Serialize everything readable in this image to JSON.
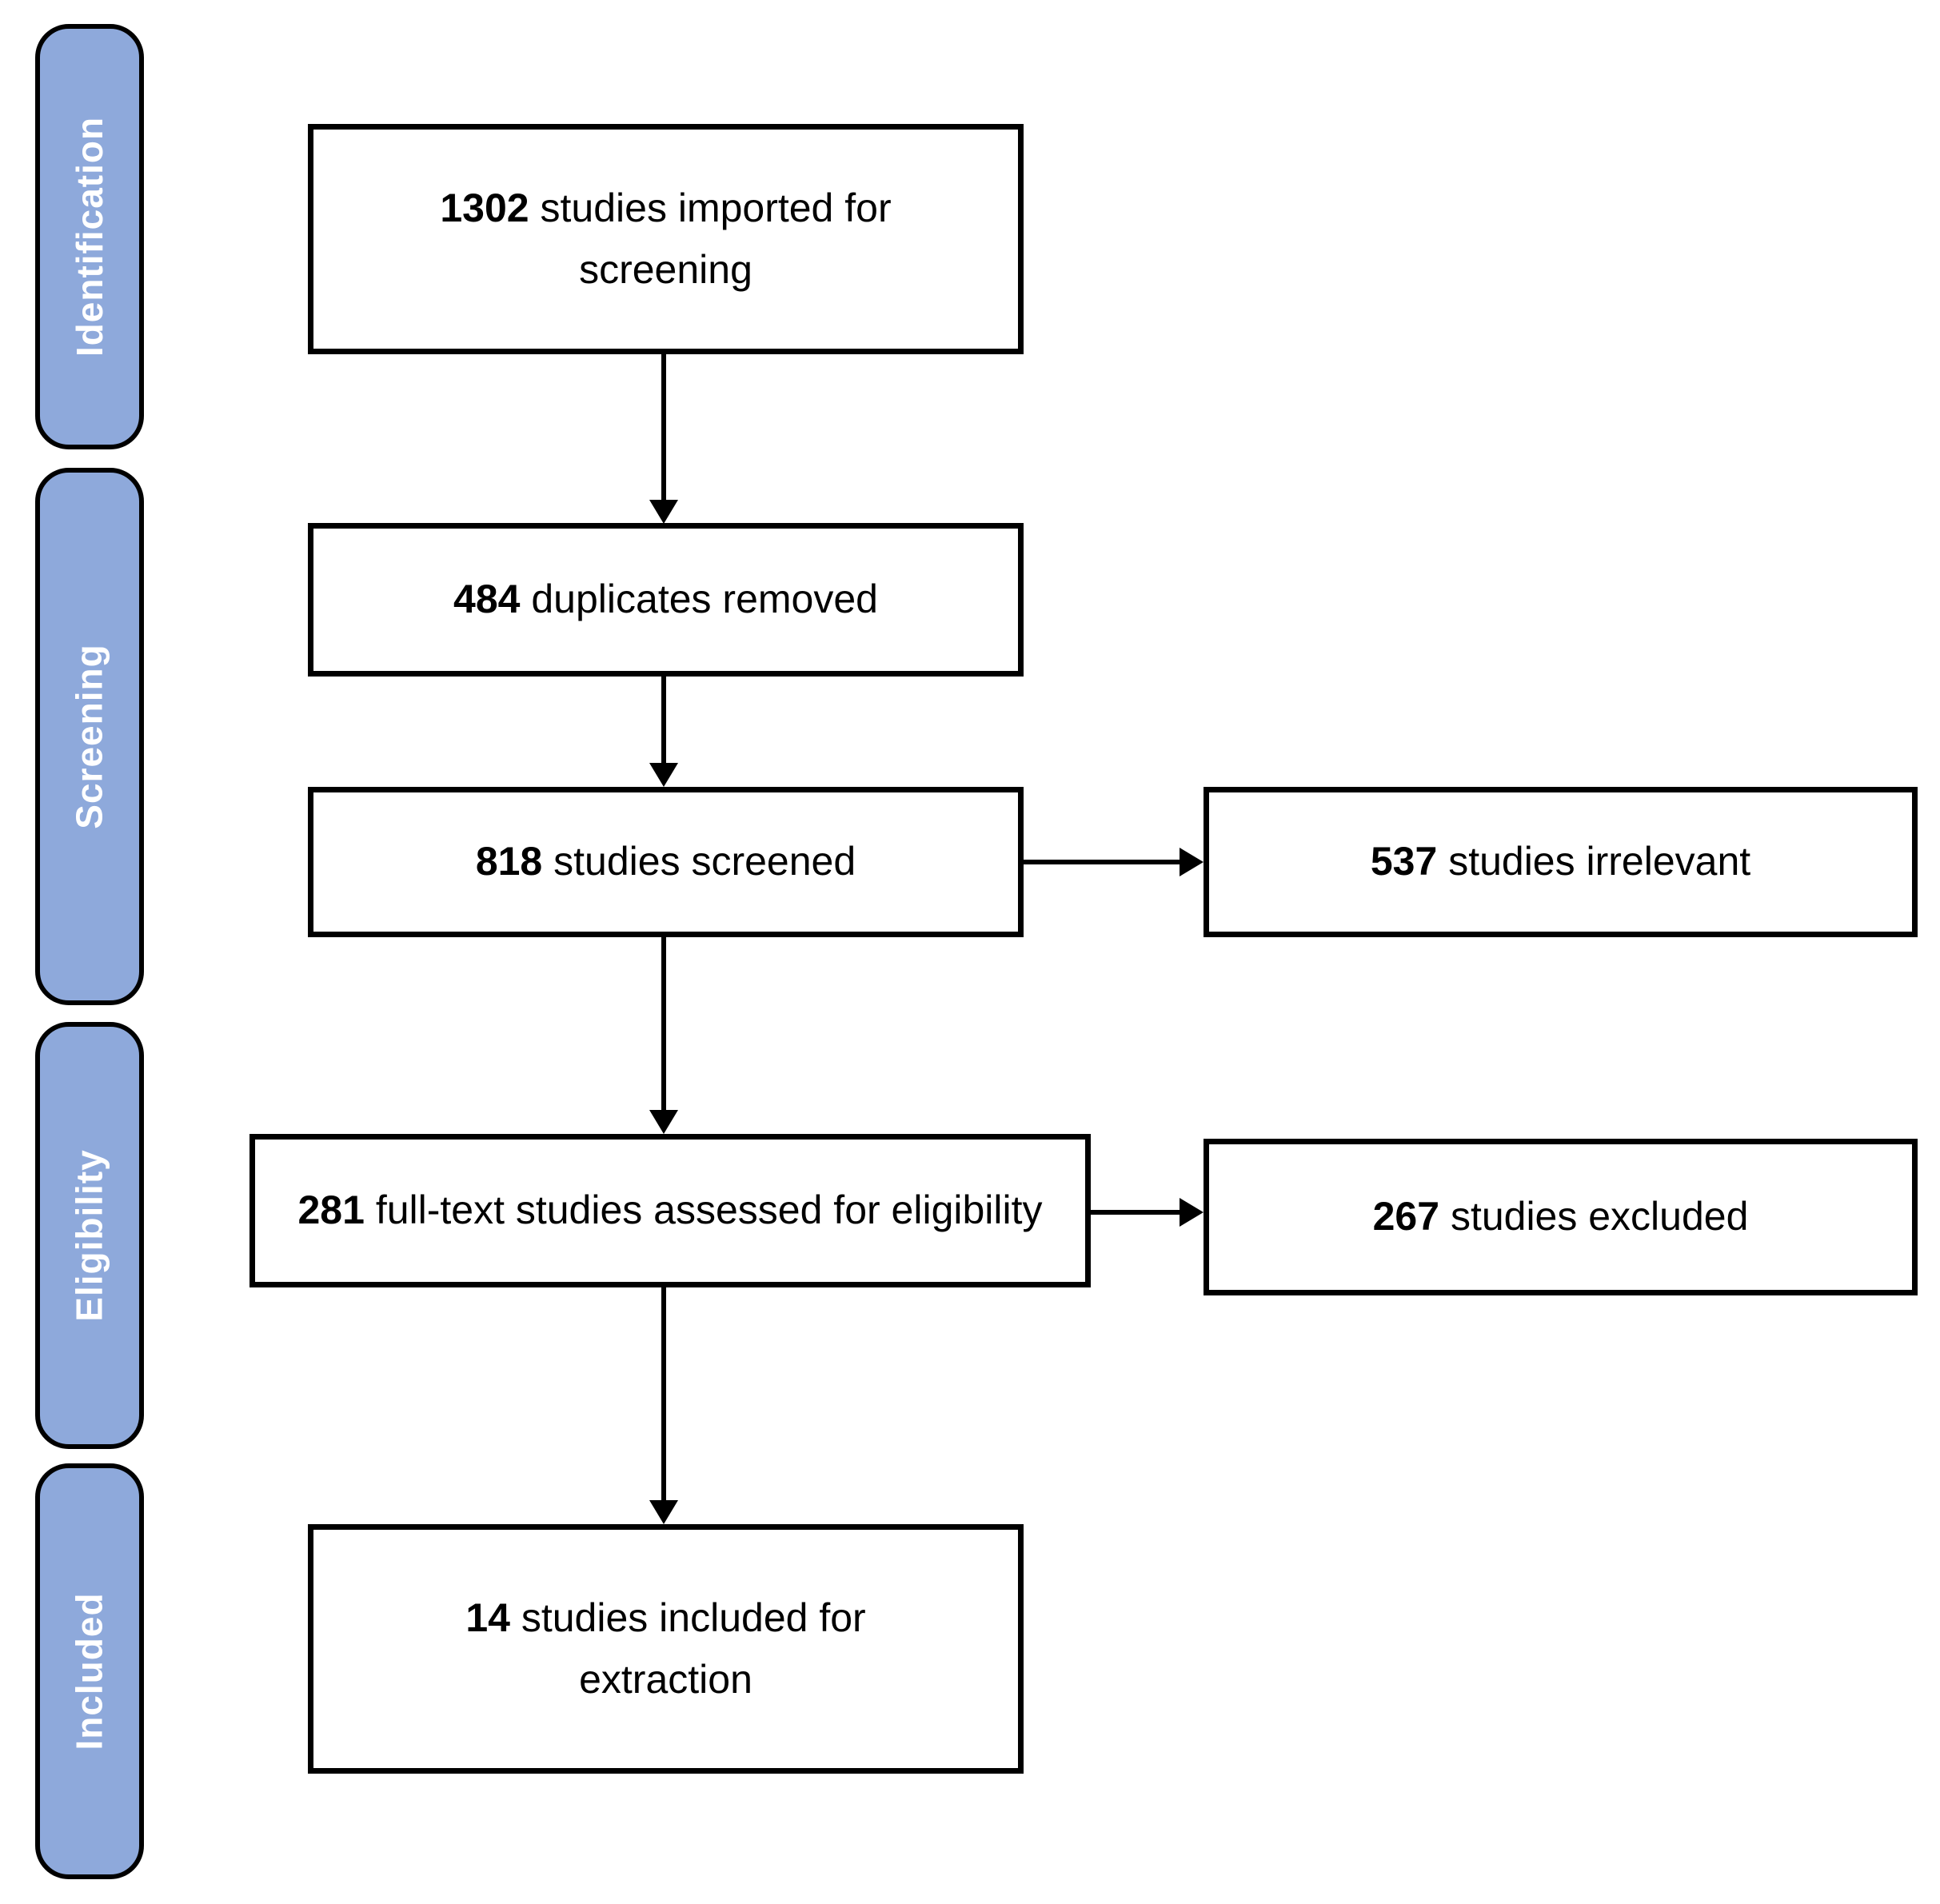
{
  "sidebar": {
    "stages": [
      {
        "label": "Identification"
      },
      {
        "label": "Screening"
      },
      {
        "label": "Eligibility"
      },
      {
        "label": "Included"
      }
    ],
    "fill_color": "#8EA9DB",
    "text_color": "#FFFFFF",
    "border_color": "#000000"
  },
  "flow": {
    "boxes": [
      {
        "count": "1302",
        "text": "studies imported for screening"
      },
      {
        "count": "484",
        "text": "duplicates removed"
      },
      {
        "count": "818",
        "text": "studies screened"
      },
      {
        "count": "281",
        "text": "full-text studies assessed for eligibility"
      },
      {
        "count": "14",
        "text": "studies included for extraction"
      }
    ],
    "side_boxes": [
      {
        "count": "537",
        "text": "studies irrelevant"
      },
      {
        "count": "267",
        "text": "studies excluded"
      }
    ]
  },
  "colors": {
    "box_fill": "#FFFFFF",
    "box_border": "#000000",
    "arrow": "#000000",
    "background": "#FFFFFF"
  }
}
